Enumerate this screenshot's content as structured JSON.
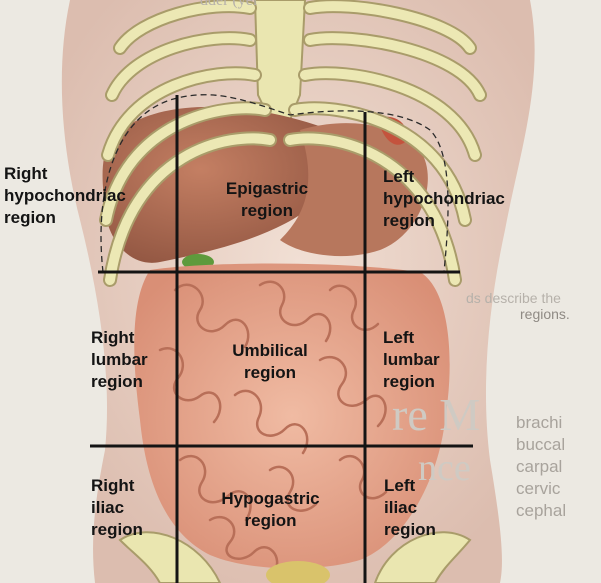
{
  "diagram": {
    "regions": {
      "right_hypochondriac": [
        "Right",
        "hypochondriac",
        "region"
      ],
      "epigastric": [
        "Epigastric",
        "region"
      ],
      "left_hypochondriac": [
        "Left",
        "hypochondriac",
        "region"
      ],
      "right_lumbar": [
        "Right",
        "lumbar",
        "region"
      ],
      "umbilical": [
        "Umbilical",
        "region"
      ],
      "left_lumbar": [
        "Left",
        "lumbar",
        "region"
      ],
      "right_iliac": [
        "Right",
        "iliac",
        "region"
      ],
      "hypogastric": [
        "Hypogastric",
        "region"
      ],
      "left_iliac": [
        "Left",
        "iliac",
        "region"
      ]
    },
    "background_text": {
      "top": "dder (yel",
      "page_lines": [
        "ds describe the",
        "regions."
      ],
      "heading": "re M",
      "sub": "nce",
      "terms": [
        "brachi",
        "buccal",
        "carpal",
        "cervic",
        "cephal"
      ]
    },
    "colors": {
      "skin": "#e9d3c7",
      "bone": "#ece8b4",
      "bone_line": "#a99c6a",
      "organ": "#b06f56",
      "intestine": "#e7a890",
      "grid_line": "#141414"
    }
  }
}
